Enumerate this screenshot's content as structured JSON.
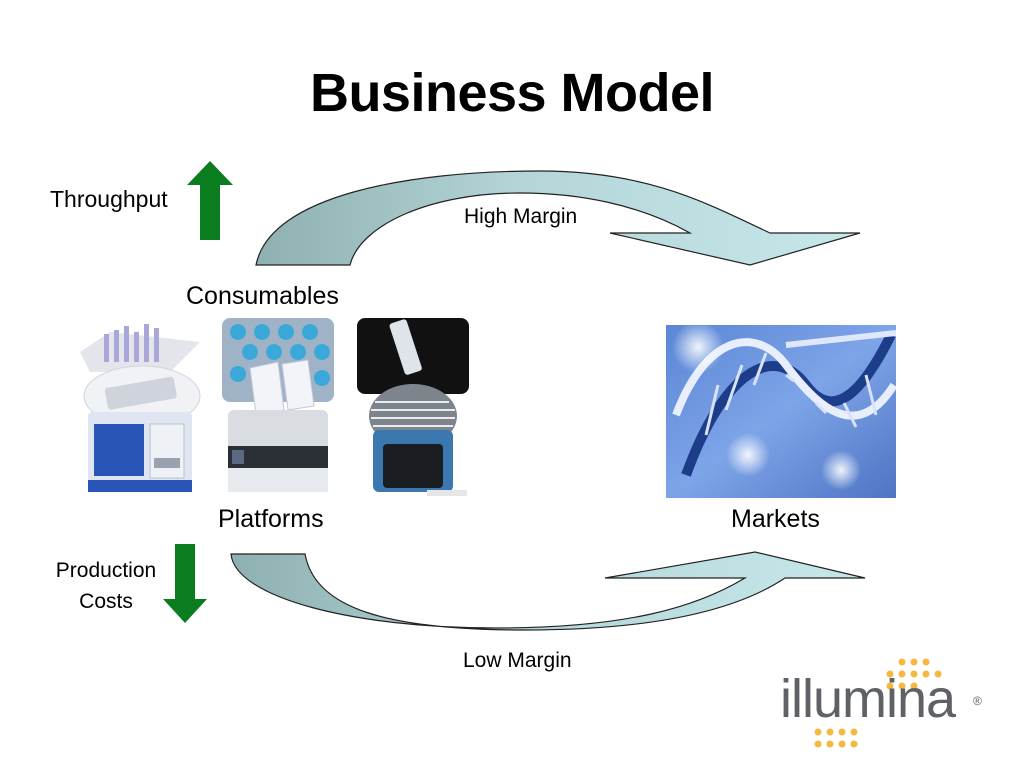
{
  "slide": {
    "title": "Business Model"
  },
  "labels": {
    "throughput": "Throughput",
    "high_margin": "High Margin",
    "consumables": "Consumables",
    "platforms": "Platforms",
    "markets": "Markets",
    "production_costs": [
      "Production",
      "Costs"
    ],
    "low_margin": "Low Margin"
  },
  "indicators": {
    "throughput": "up-arrow",
    "production_costs": "down-arrow"
  },
  "logo": {
    "text": "illumina",
    "reg": "®"
  },
  "colors": {
    "arrow_green": "#0a7d1f",
    "curve_dark": "#8fb0b0",
    "curve_light": "#bfe3e6",
    "logo_grey": "#5e6166",
    "logo_orange": "#f5b840"
  }
}
